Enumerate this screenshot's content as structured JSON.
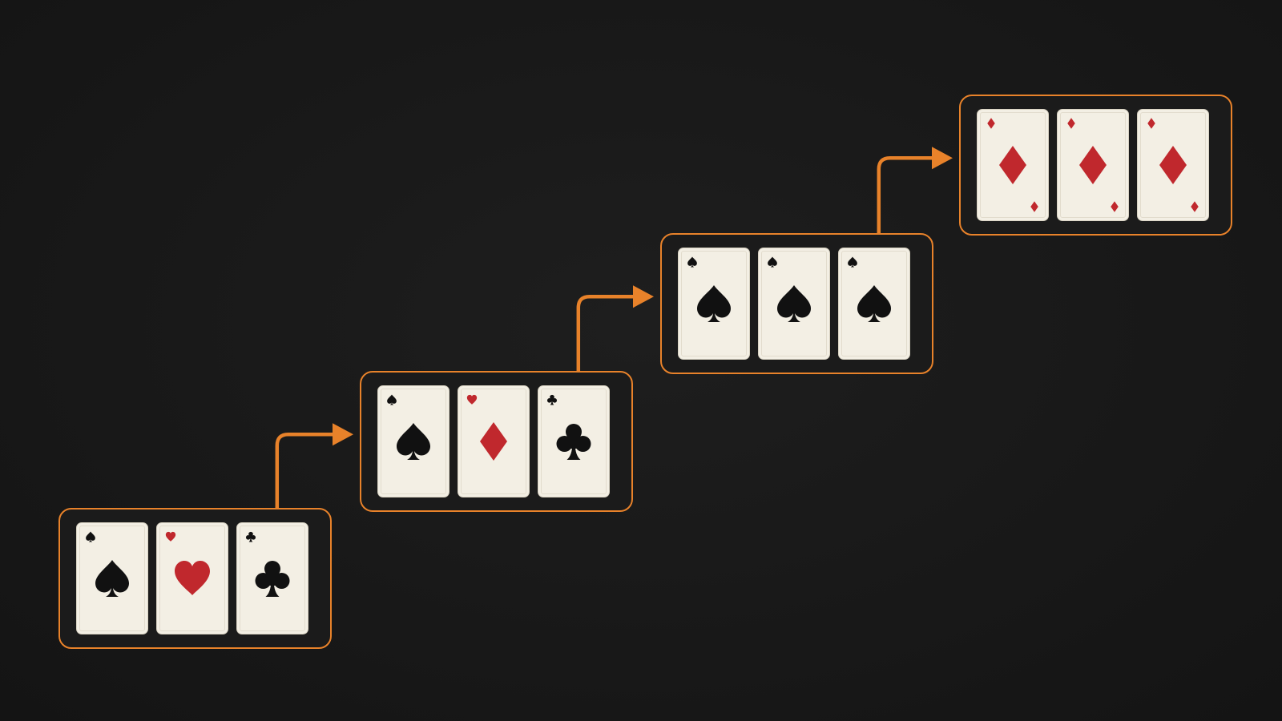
{
  "colors": {
    "background": "#1a1a1a",
    "accent": "#e8822a",
    "card_face": "#f3efe4",
    "red_suit": "#c0282d",
    "black_suit": "#111111"
  },
  "groups": [
    {
      "cards": [
        {
          "suit": "spade",
          "icon": "spade-icon"
        },
        {
          "suit": "heart",
          "icon": "heart-icon"
        },
        {
          "suit": "club",
          "icon": "club-icon"
        }
      ]
    },
    {
      "cards": [
        {
          "suit": "spade",
          "icon": "spade-icon"
        },
        {
          "suit": "diamond",
          "corner_suit": "heart",
          "icon": "diamond-icon"
        },
        {
          "suit": "club",
          "icon": "club-icon"
        }
      ]
    },
    {
      "cards": [
        {
          "suit": "spade",
          "icon": "spade-icon"
        },
        {
          "suit": "spade",
          "icon": "spade-icon"
        },
        {
          "suit": "spade",
          "icon": "spade-icon"
        }
      ]
    },
    {
      "cards": [
        {
          "suit": "diamond",
          "icon": "diamond-icon",
          "bottom_corner": true
        },
        {
          "suit": "diamond",
          "icon": "diamond-icon",
          "bottom_corner": true
        },
        {
          "suit": "diamond",
          "icon": "diamond-icon",
          "bottom_corner": true
        }
      ]
    }
  ],
  "connectors": [
    {
      "from": 0,
      "to": 1,
      "icon": "arrow-icon"
    },
    {
      "from": 1,
      "to": 2,
      "icon": "arrow-icon"
    },
    {
      "from": 2,
      "to": 3,
      "icon": "arrow-icon"
    }
  ]
}
